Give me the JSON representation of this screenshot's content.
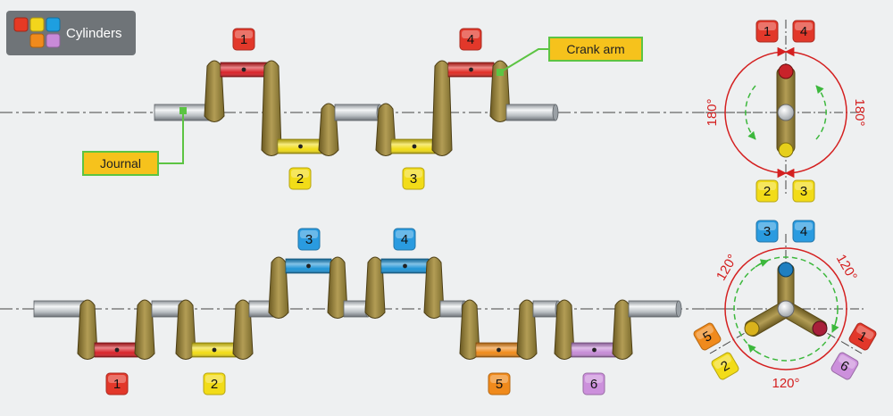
{
  "legend": {
    "label": "Cylinders",
    "swatch_colors": [
      "#e53a24",
      "#f2d51c",
      "#1e9fe0",
      "#f08a1c",
      "#c98ad8"
    ]
  },
  "colors": {
    "cyl1": "#d8232a",
    "cyl2": "#f1dc16",
    "cyl3": "#1f94d6",
    "cyl4": "#e02d26",
    "cyl5": "#ef8a1a",
    "cyl6": "#c58bd6",
    "web": "#9f8a42",
    "journal": "#c4c8cc",
    "angle": "#d42020",
    "rotation": "#3cb83c",
    "callout_bg": "#f6c21c",
    "callout_border": "#5cc443"
  },
  "top_crank": {
    "callouts": {
      "journal": "Journal",
      "crank_arm": "Crank arm"
    },
    "pin_labels": [
      {
        "num": "1",
        "color": "#e2382a",
        "pos": "up"
      },
      {
        "num": "2",
        "color": "#f2dc18",
        "pos": "down"
      },
      {
        "num": "3",
        "color": "#f2dc18",
        "pos": "down"
      },
      {
        "num": "4",
        "color": "#e2382a",
        "pos": "up"
      }
    ],
    "phase": {
      "top_labels": [
        {
          "num": "1",
          "color": "#e2382a"
        },
        {
          "num": "4",
          "color": "#e2382a"
        }
      ],
      "bottom_labels": [
        {
          "num": "2",
          "color": "#f2dc18"
        },
        {
          "num": "3",
          "color": "#f2dc18"
        }
      ],
      "angle_left": "180°",
      "angle_right": "180°"
    }
  },
  "bottom_crank": {
    "pin_labels": [
      {
        "num": "1",
        "color": "#e2382a"
      },
      {
        "num": "2",
        "color": "#f2dc18"
      },
      {
        "num": "3",
        "color": "#2a9be0"
      },
      {
        "num": "4",
        "color": "#2a9be0"
      },
      {
        "num": "5",
        "color": "#f08a1c"
      },
      {
        "num": "6",
        "color": "#cc90dc"
      }
    ],
    "phase": {
      "top_labels": [
        {
          "num": "3",
          "color": "#2a9be0"
        },
        {
          "num": "4",
          "color": "#2a9be0"
        }
      ],
      "left_labels": [
        {
          "num": "5",
          "color": "#f08a1c"
        },
        {
          "num": "2",
          "color": "#f2dc18"
        }
      ],
      "right_labels": [
        {
          "num": "1",
          "color": "#e2382a"
        },
        {
          "num": "6",
          "color": "#cc90dc"
        }
      ],
      "angle_left": "120°",
      "angle_right": "120°",
      "angle_bottom": "120°"
    }
  }
}
